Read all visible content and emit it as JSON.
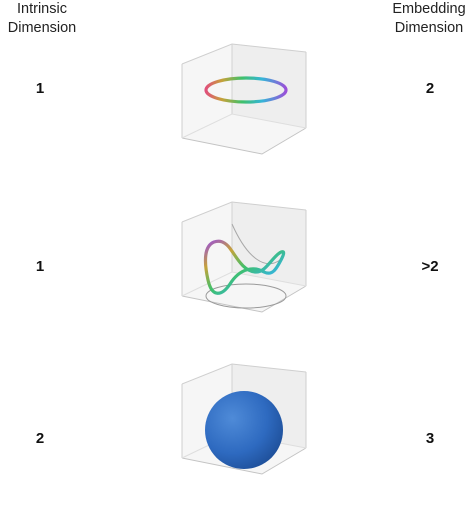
{
  "headers": {
    "left": [
      "Intrinsic",
      "Dimension"
    ],
    "right": [
      "Embedding",
      "Dimension"
    ]
  },
  "rows": [
    {
      "intrinsic": "1",
      "embedding": "2"
    },
    {
      "intrinsic": "1",
      "embedding": ">2"
    },
    {
      "intrinsic": "2",
      "embedding": "3"
    }
  ],
  "colors": {
    "box_edge": "#c8c8c8",
    "box_face": "#f4f4f4",
    "sphere": "#2e6ac0",
    "shadow_curve": "#9a9a9a"
  }
}
